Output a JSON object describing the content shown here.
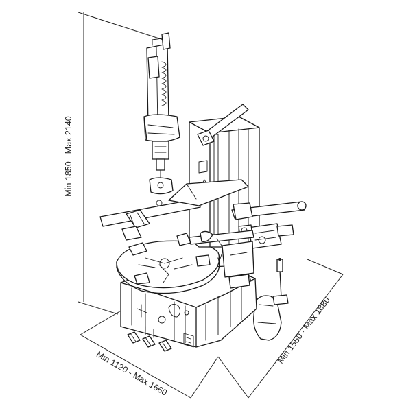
{
  "dimensions": {
    "height": "Min 1850 - Max 2140",
    "width": "Min 1120 - Max 1660",
    "depth": "Min 1550 - Max 1880"
  },
  "colors": {
    "line": "#1a1a1a",
    "background": "#ffffff"
  }
}
